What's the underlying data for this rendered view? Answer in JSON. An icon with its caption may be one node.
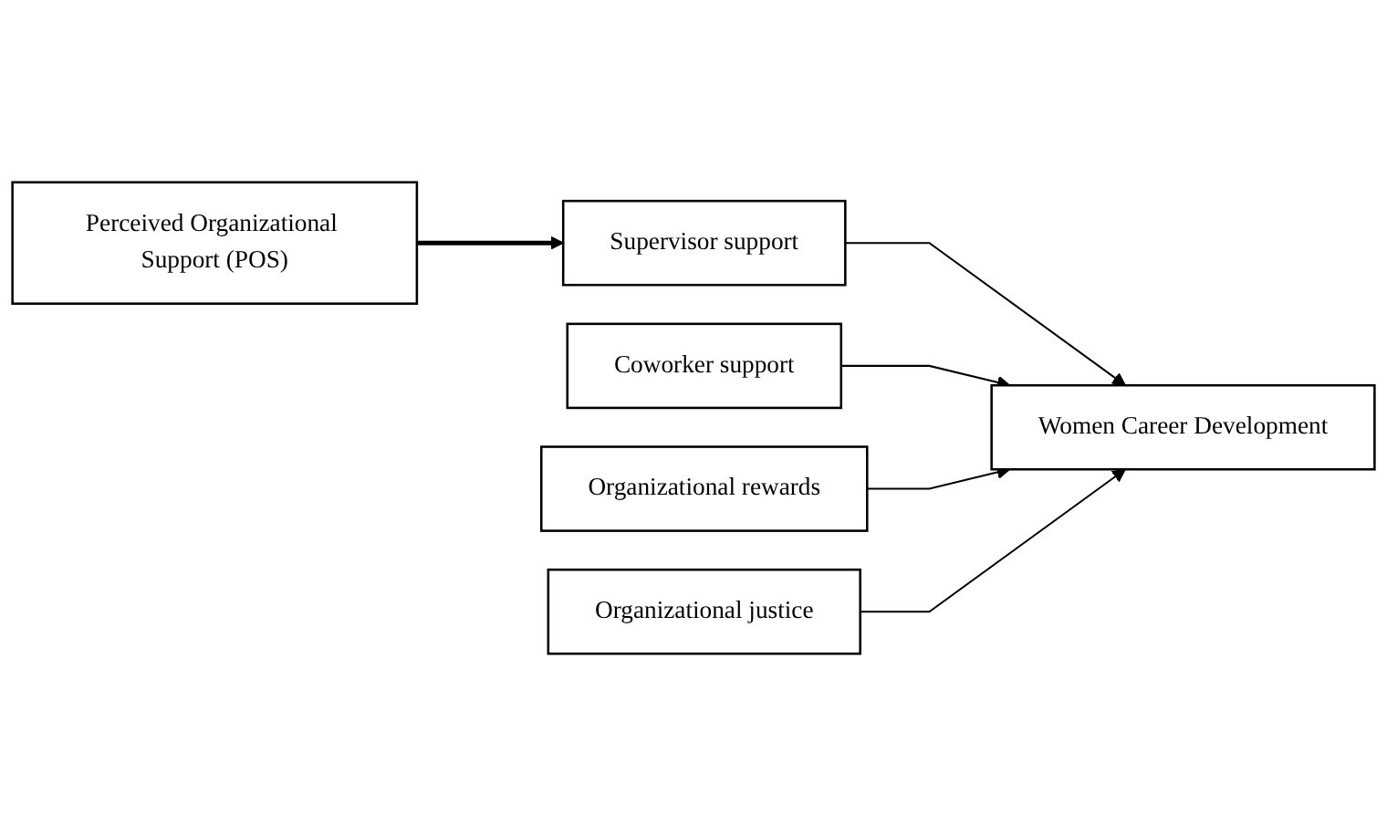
{
  "diagram": {
    "nodes": [
      {
        "text": [
          "Perceived Organizational Support (POS)"
        ]
      },
      {
        "text": [
          "Supervisor support"
        ]
      },
      {
        "text": [
          "Coworker support"
        ]
      },
      {
        "text": [
          "Organizational rewards"
        ]
      },
      {
        "text": [
          "Organizational justice"
        ]
      },
      {
        "text": [
          "Women Career Development"
        ]
      }
    ],
    "edges": [
      {
        "from": 0,
        "to": 1,
        "arrow": "to",
        "style": "thick"
      },
      {
        "from": 1,
        "to": 5,
        "arrow": "to"
      },
      {
        "from": 2,
        "to": 5,
        "arrow": "to"
      },
      {
        "from": 3,
        "to": 5,
        "arrow": "to"
      },
      {
        "from": 4,
        "to": 5,
        "arrow": "to"
      }
    ]
  }
}
